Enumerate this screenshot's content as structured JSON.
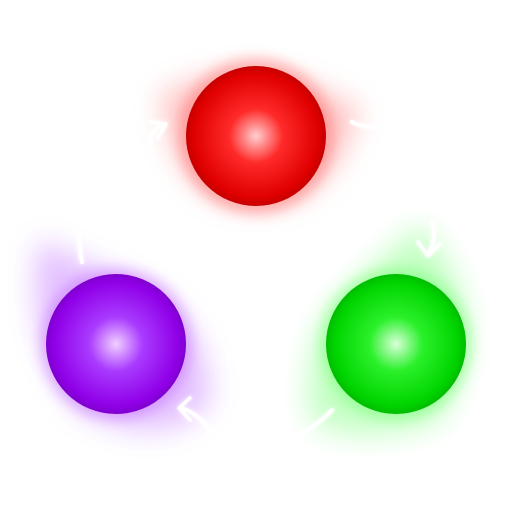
{
  "orbs": [
    {
      "id": "red",
      "color": "#ff1a1a",
      "glow": "#ff4d4d",
      "highlight": "#ffd0d0"
    },
    {
      "id": "green",
      "color": "#1ee21e",
      "glow": "#4dff4d",
      "highlight": "#d9ffd9"
    },
    {
      "id": "purple",
      "color": "#a61aff",
      "glow": "#b84dff",
      "highlight": "#f0d0ff"
    }
  ],
  "arrows": {
    "direction": "clockwise",
    "color": "#ffffff"
  },
  "icons": {
    "orb": "sphere-icon",
    "arrow": "curved-arrow-icon"
  }
}
